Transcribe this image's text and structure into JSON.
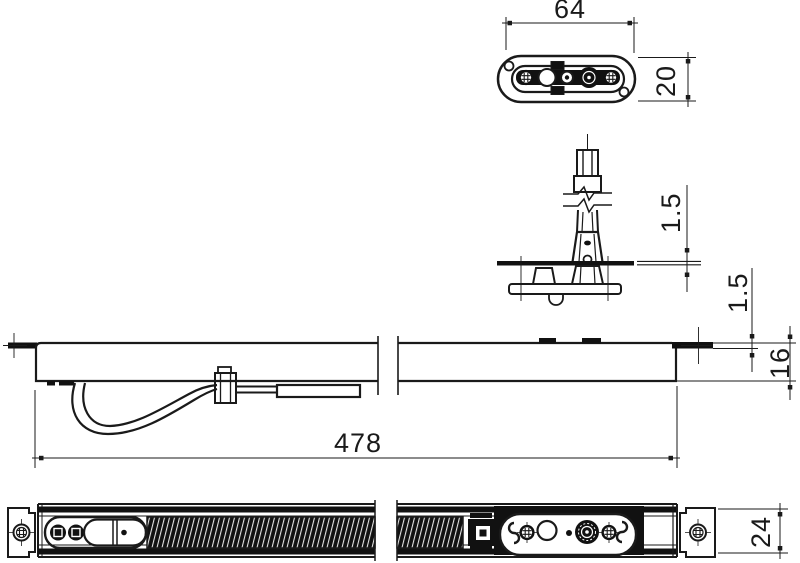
{
  "drawing": {
    "type": "technical-drawing",
    "background": "#ffffff",
    "line_color": "#1a1a1a",
    "dark_fill": "#111111",
    "dimensions": {
      "top_view_width": "64",
      "top_view_height": "20",
      "spindle_plate_thickness": "1.5",
      "flange_thickness": "1.5",
      "channel_height": "16",
      "overall_length": "478",
      "bottom_view_height": "24"
    }
  }
}
